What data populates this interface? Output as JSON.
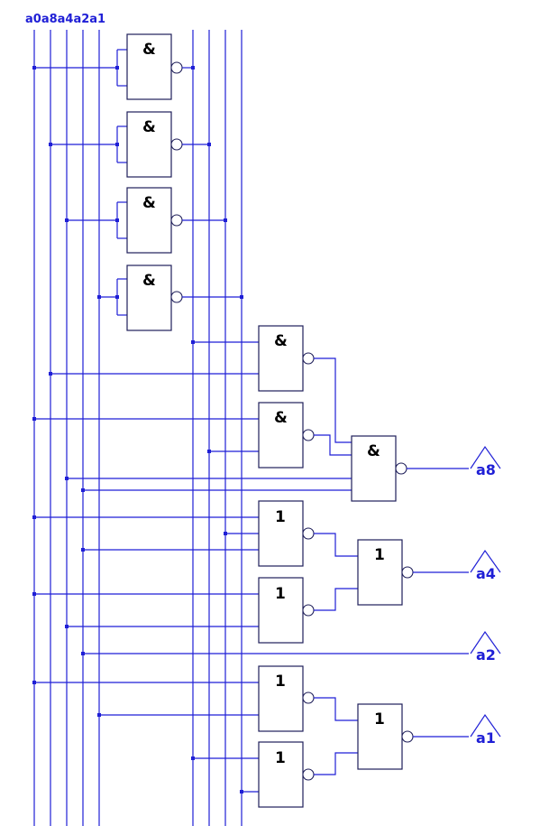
{
  "inputs_header": "a0a8a4a2a1",
  "gates": {
    "and": "&",
    "or": "1"
  },
  "outputs": [
    "a8",
    "a4",
    "a2",
    "a1"
  ],
  "colors": {
    "wire": "#1f1fd6",
    "gate_outline": "#1f1f5a",
    "gate_symbol": "#000000",
    "background": "#ffffff"
  }
}
